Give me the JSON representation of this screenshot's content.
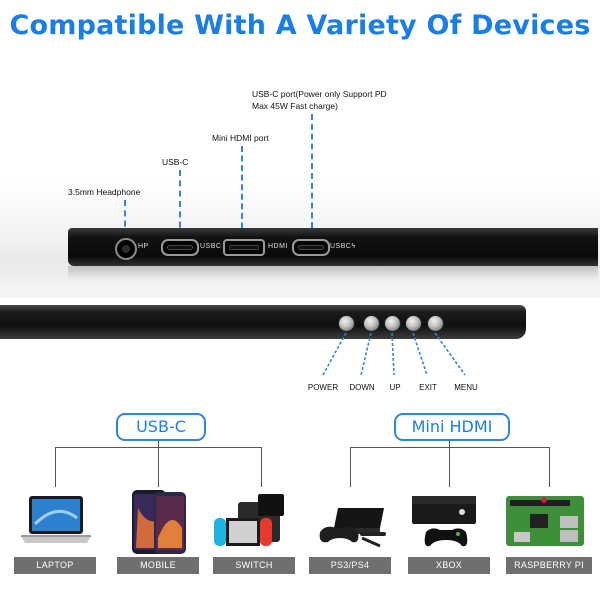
{
  "title": "Compatible With A Variety Of Devices",
  "ports": {
    "headphone_label": "3.5mm Headphone",
    "usbc_label": "USB-C",
    "minihdmi_label": "Mini HDMI port",
    "power_label_line1": "USB-C port(Power only Support PD",
    "power_label_line2": "Max 45W Fast charge)",
    "hp_text": "HP",
    "usbc_text": "USBC",
    "hdmi_text": "HDMI",
    "usbc_power_text": "USBCϟ"
  },
  "buttons": [
    {
      "label": "POWER"
    },
    {
      "label": "DOWN"
    },
    {
      "label": "UP"
    },
    {
      "label": "EXIT"
    },
    {
      "label": "MENU"
    }
  ],
  "groups": {
    "usbc": "USB-C",
    "minihdmi": "Mini HDMI"
  },
  "devices": [
    {
      "label": "LAPTOP",
      "icon": "laptop-icon"
    },
    {
      "label": "MOBILE",
      "icon": "mobile-icon"
    },
    {
      "label": "SWITCH",
      "icon": "switch-console-icon"
    },
    {
      "label": "PS3/PS4",
      "icon": "playstation-icon"
    },
    {
      "label": "XBOX",
      "icon": "xbox-icon"
    },
    {
      "label": "RASPBERRY PI",
      "icon": "raspberry-pi-icon"
    }
  ],
  "colors": {
    "accent": "#1a7ee6",
    "dashed": "#2e86de",
    "label_bg": "#6f6f6f"
  }
}
